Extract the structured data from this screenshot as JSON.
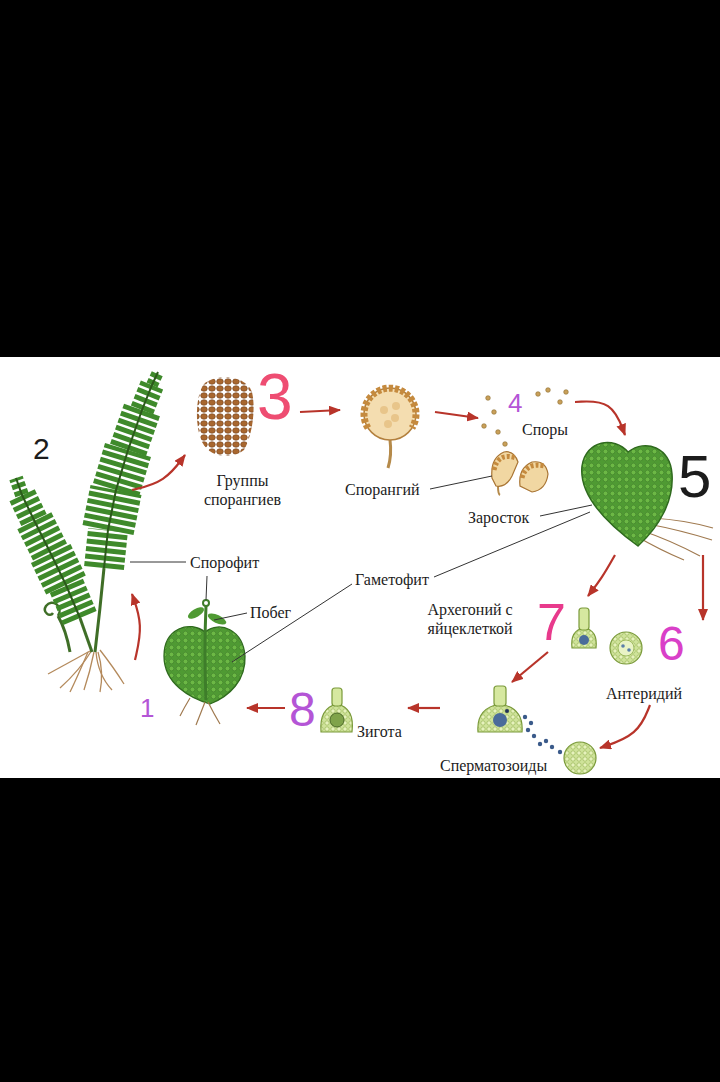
{
  "diagram": {
    "nodes": [
      {
        "text": [
          "2"
        ]
      },
      {
        "text": [
          "3",
          "Группы спорангиев"
        ]
      },
      {
        "text": [
          "Спорангий"
        ]
      },
      {
        "text": [
          "4",
          "Споры"
        ]
      },
      {
        "text": [
          "5"
        ]
      },
      {
        "text": [
          "Архегоний с яйцеклеткой",
          "7"
        ]
      },
      {
        "text": [
          "6",
          "Антеридий"
        ]
      },
      {
        "text": [
          "Сперматозоиды"
        ]
      },
      {
        "text": [
          "8",
          "Зигота"
        ]
      },
      {
        "text": [
          "1"
        ]
      }
    ],
    "edges": [
      {
        "from": 0,
        "to": 1,
        "arrow": "to"
      },
      {
        "from": 1,
        "to": 2,
        "arrow": "to"
      },
      {
        "from": 2,
        "to": 3,
        "arrow": "to"
      },
      {
        "from": 3,
        "to": 4,
        "arrow": "to"
      },
      {
        "from": 4,
        "to": 5,
        "arrow": "to"
      },
      {
        "from": 4,
        "to": 6,
        "arrow": "to"
      },
      {
        "from": 6,
        "to": 7,
        "arrow": "to"
      },
      {
        "from": 5,
        "to": 7,
        "arrow": "to"
      },
      {
        "from": 7,
        "to": 8,
        "arrow": "to"
      },
      {
        "from": 8,
        "to": 9,
        "arrow": "to"
      },
      {
        "from": 9,
        "to": 0,
        "arrow": "to"
      }
    ],
    "labels": [
      "Заросток",
      "Спорофит",
      "Гаметофит",
      "Побег"
    ]
  }
}
